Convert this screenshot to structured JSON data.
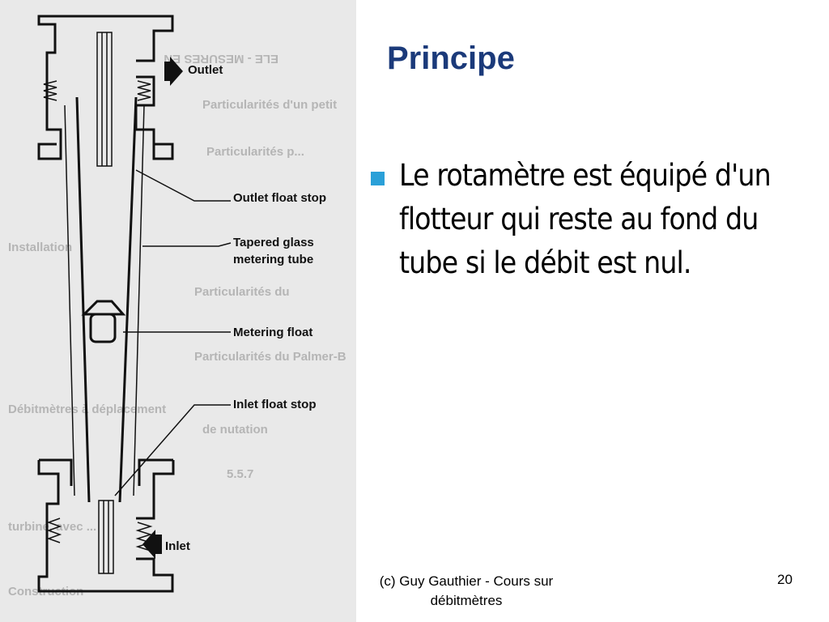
{
  "slide": {
    "title": "Principe",
    "bullet": "Le rotamètre est équipé d'un flotteur qui reste au fond du tube si le débit est nul.",
    "footer_line1": "(c) Guy Gauthier - Cours sur",
    "footer_line2": "débitmètres",
    "page_number": "20",
    "accent_color": "#1b3a7a",
    "bullet_color": "#2aa0d8"
  },
  "diagram": {
    "labels": {
      "outlet": "Outlet",
      "outlet_float_stop": "Outlet float stop",
      "tapered_tube_line1": "Tapered glass",
      "tapered_tube_line2": "metering tube",
      "metering_float": "Metering float",
      "inlet_float_stop": "Inlet float stop",
      "inlet": "Inlet"
    }
  }
}
